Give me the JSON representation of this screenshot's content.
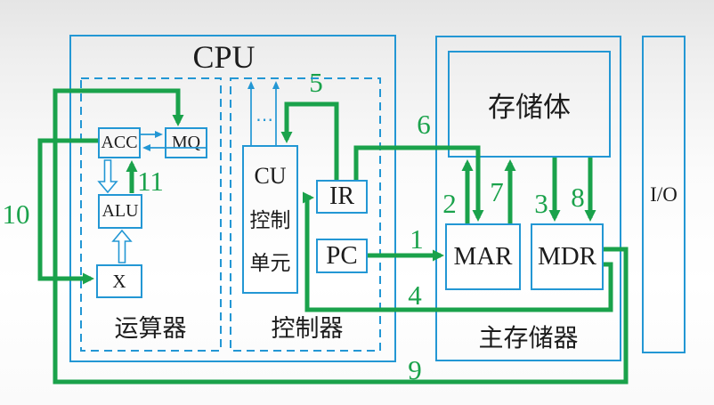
{
  "colors": {
    "blue": "#2397d4",
    "green": "#1aa24b"
  },
  "cpu": {
    "title": "CPU",
    "datapath": {
      "label": "运算器",
      "acc": "ACC",
      "mq": "MQ",
      "alu": "ALU",
      "x": "X"
    },
    "control": {
      "label": "控制器",
      "cu_title": "CU",
      "cu_line1": "控制",
      "cu_line2": "单元",
      "dots": "⋯",
      "ir": "IR",
      "pc": "PC"
    }
  },
  "memory": {
    "label": "主存储器",
    "bank": "存储体",
    "mar": "MAR",
    "mdr": "MDR"
  },
  "io": {
    "label": "I/O"
  },
  "steps": {
    "s1": "1",
    "s2": "2",
    "s3": "3",
    "s4": "4",
    "s5": "5",
    "s6": "6",
    "s7": "7",
    "s8": "8",
    "s9": "9",
    "s10": "10",
    "s11": "11"
  }
}
